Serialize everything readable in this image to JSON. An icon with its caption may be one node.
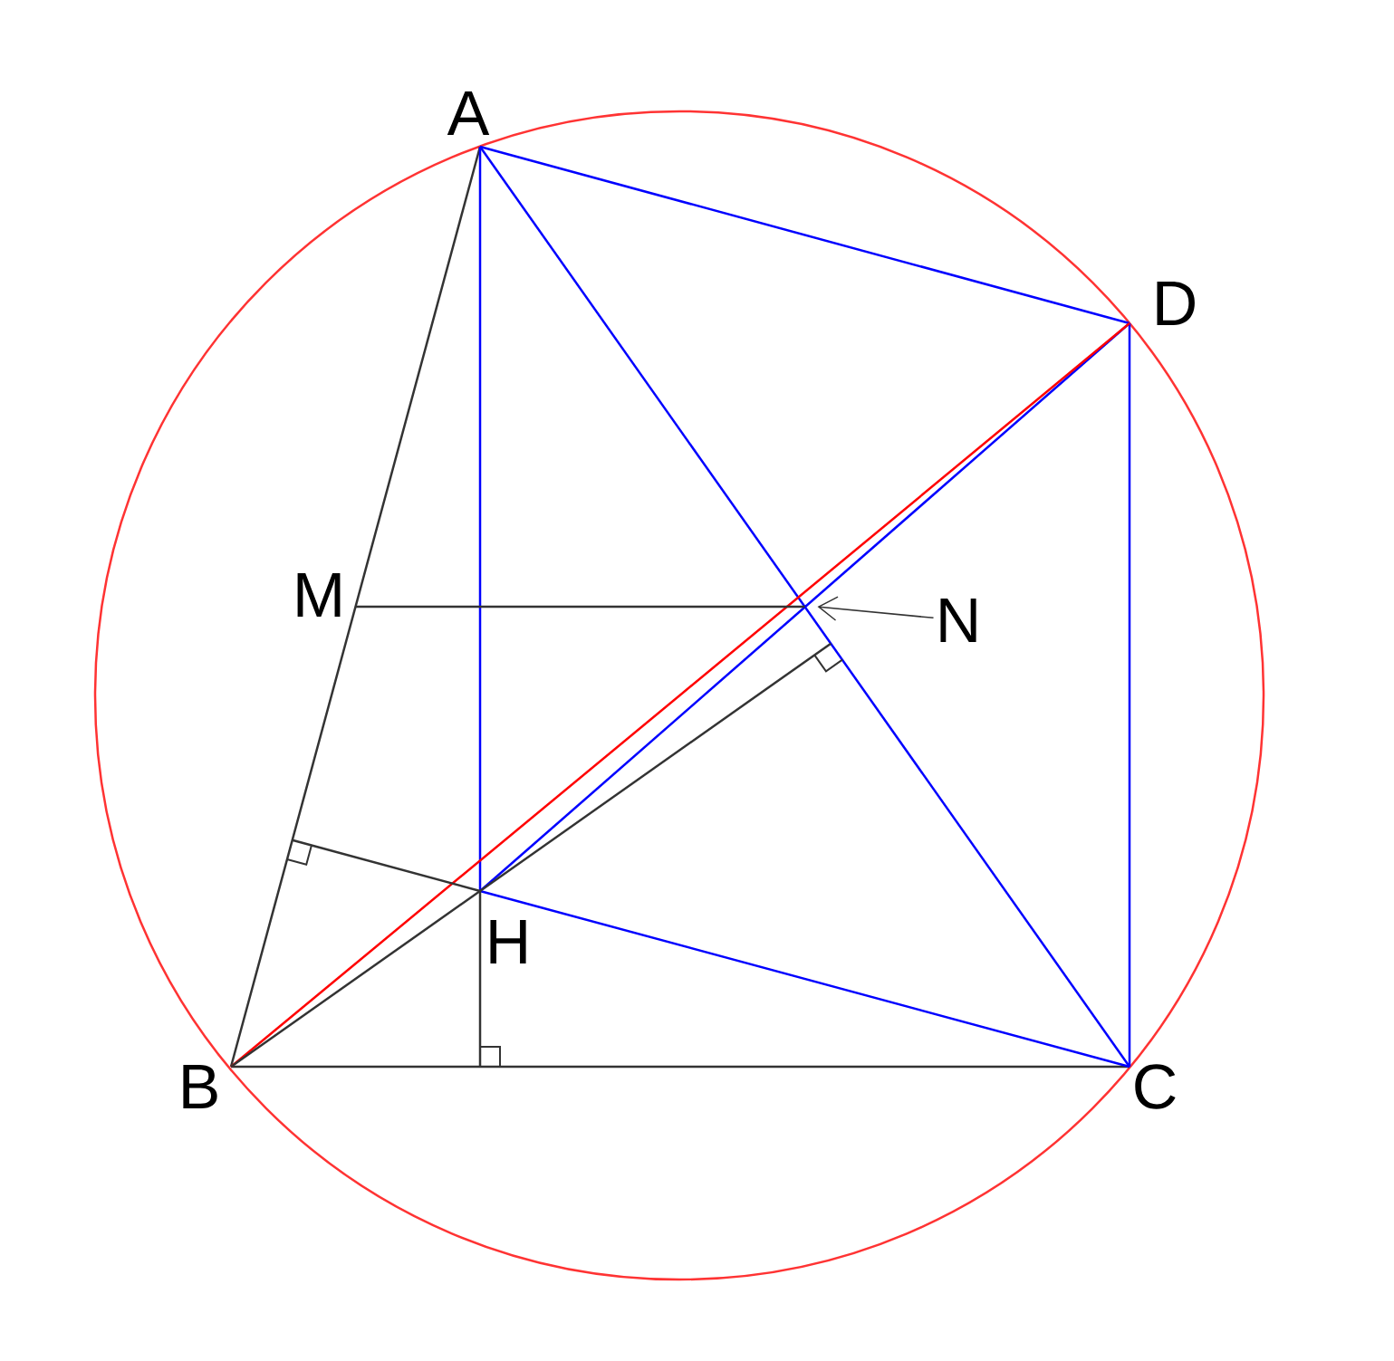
{
  "diagram": {
    "nodes": [
      {
        "text": [
          "A"
        ]
      },
      {
        "text": [
          "D"
        ]
      },
      {
        "text": [
          "M"
        ]
      },
      {
        "text": [
          "N"
        ]
      },
      {
        "text": [
          "H"
        ]
      },
      {
        "text": [
          "B"
        ]
      },
      {
        "text": [
          "C"
        ]
      }
    ],
    "edges": [
      {
        "from": 0,
        "to": 5,
        "arrow": "none",
        "color": "#333333"
      },
      {
        "from": 5,
        "to": 6,
        "arrow": "none",
        "color": "#333333"
      },
      {
        "from": 0,
        "to": 4,
        "arrow": "none",
        "color": "#0000ff"
      },
      {
        "from": 0,
        "to": 6,
        "arrow": "none",
        "color": "#0000ff"
      },
      {
        "from": 0,
        "to": 1,
        "arrow": "none",
        "color": "#0000ff"
      },
      {
        "from": 1,
        "to": 6,
        "arrow": "none",
        "color": "#0000ff"
      },
      {
        "from": 4,
        "to": 6,
        "arrow": "none",
        "color": "#0000ff"
      },
      {
        "from": 4,
        "to": 1,
        "arrow": "none",
        "color": "#0000ff"
      },
      {
        "from": 5,
        "to": 1,
        "arrow": "none",
        "color": "#ff0000"
      },
      {
        "from": 5,
        "to": null,
        "arrow": "none",
        "color": "#333333"
      },
      {
        "from": 4,
        "to": null,
        "arrow": "none",
        "color": "#333333"
      },
      {
        "from": 4,
        "to": null,
        "arrow": "none",
        "color": "#333333"
      },
      {
        "from": 2,
        "to": null,
        "arrow": "none",
        "color": "#333333"
      },
      {
        "from": 3,
        "to": null,
        "arrow": "to",
        "color": "#333333"
      }
    ]
  }
}
